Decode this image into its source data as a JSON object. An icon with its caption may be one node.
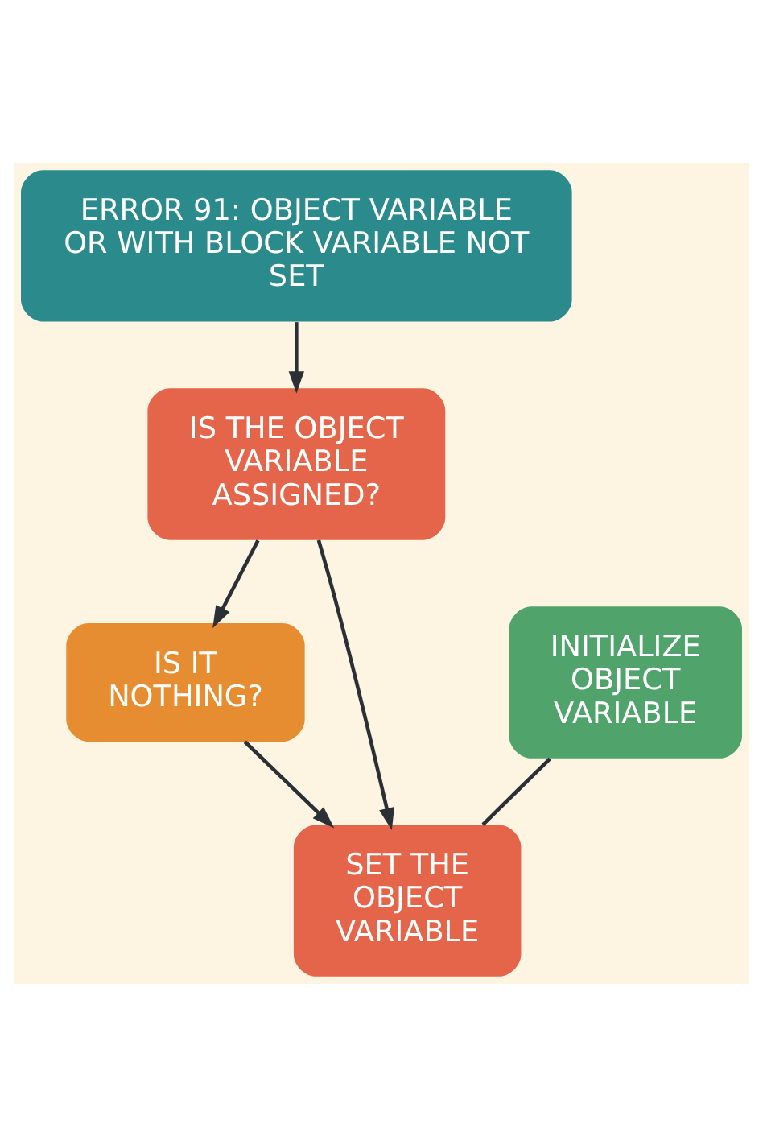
{
  "diagram": {
    "nodes": [
      {
        "text": [
          "ERROR 91: OBJECT VARIABLE OR WITH BLOCK VARIABLE NOT SET"
        ]
      },
      {
        "text": [
          "IS THE OBJECT VARIABLE ASSIGNED?"
        ]
      },
      {
        "text": [
          "INITIALIZE OBJECT VARIABLE"
        ]
      },
      {
        "text": [
          "IS IT NOTHING?"
        ]
      },
      {
        "text": [
          "SET THE OBJECT VARIABLE"
        ]
      }
    ],
    "edges": [
      {
        "from": 0,
        "to": 1,
        "arrow": "to"
      },
      {
        "from": 1,
        "to": 3,
        "arrow": "to"
      },
      {
        "from": 1,
        "to": 4,
        "arrow": "to"
      },
      {
        "from": 3,
        "to": 4,
        "arrow": "to"
      },
      {
        "from": 2,
        "to": 4,
        "arrow": "none"
      }
    ]
  }
}
